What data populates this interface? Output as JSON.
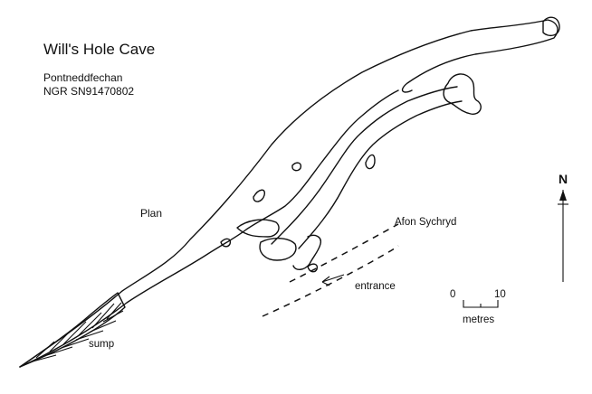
{
  "title": "Will's Hole Cave",
  "location": "Pontneddfechan",
  "grid_ref": "NGR SN91470802",
  "view_label": "Plan",
  "labels": {
    "river": "Afon Sychryd",
    "entrance": "entrance",
    "sump": "sump"
  },
  "north": "N",
  "scale_bar": {
    "start": "0",
    "end": "10",
    "unit": "metres"
  }
}
